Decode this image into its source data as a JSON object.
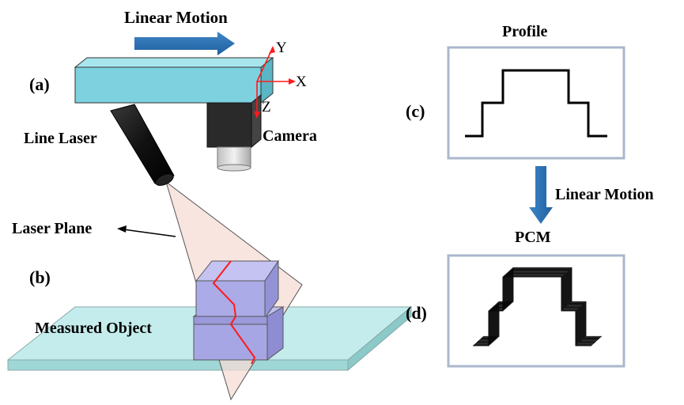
{
  "labels": {
    "linear_motion_top": "Linear Motion",
    "panel_a": "(a)",
    "panel_b": "(b)",
    "panel_c": "(c)",
    "panel_d": "(d)",
    "line_laser": "Line Laser",
    "camera": "Camera",
    "laser_plane": "Laser Plane",
    "measured_object": "Measured Object",
    "profile": "Profile",
    "linear_motion_right": "Linear Motion",
    "pcm": "PCM"
  },
  "axes": {
    "x": "X",
    "y": "Y",
    "z": "Z"
  },
  "colors": {
    "rail": "#7fd3e0",
    "rail_dark": "#5bb7c6",
    "base": "#bfe8e8",
    "object": "#a9a8e6",
    "laser_plane": "#f5d9d2",
    "laser_line": "#ff1a1a",
    "arrow_blue": "#2e75b6",
    "frame": "#aab8cc"
  }
}
